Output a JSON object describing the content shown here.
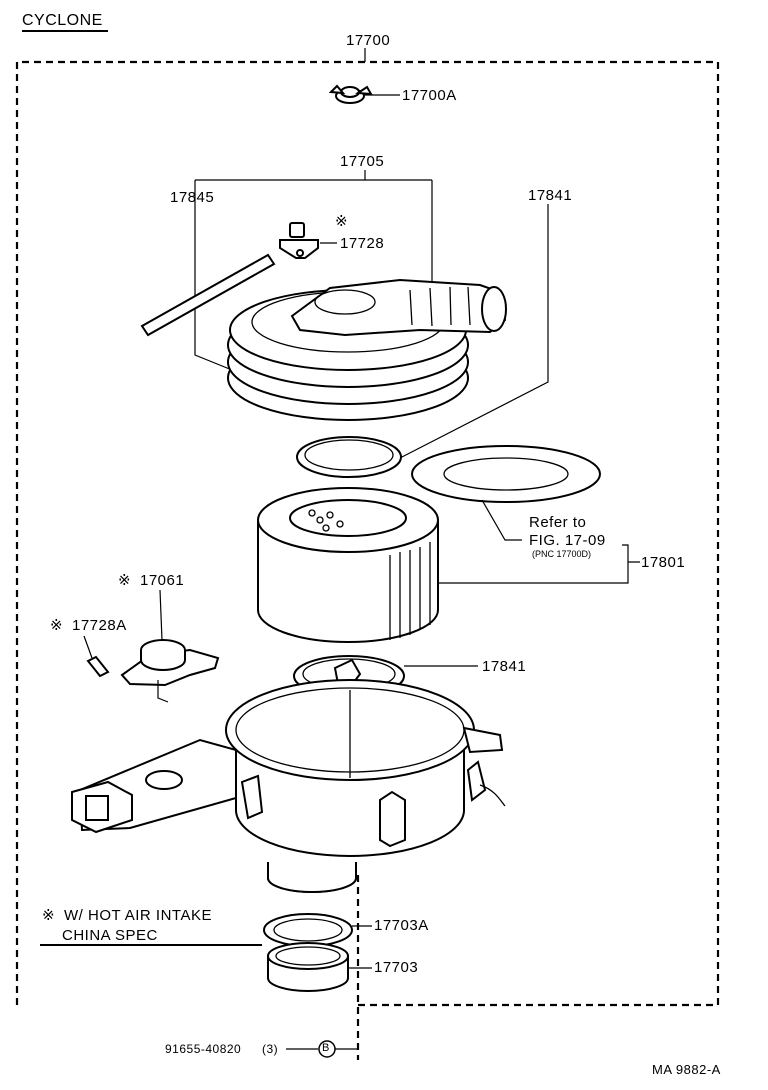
{
  "title": "CYCLONE",
  "assembly_number": "17700",
  "parts": {
    "cap_bolt": "17700A",
    "cover_assy": "17705",
    "hose": "17845",
    "gasket_top": "17841",
    "valve": "17728",
    "filter": "17801",
    "gasket_bottom": "17841",
    "sensor": "17061",
    "screw": "17728A",
    "seal": "17703A",
    "hose_lower": "17703"
  },
  "markers": {
    "note_symbol": "※"
  },
  "refer": {
    "line1": "Refer to",
    "line2": "FIG. 17-09",
    "line3": "(PNC 17700D)"
  },
  "notes": {
    "line1": "W/ HOT AIR INTAKE",
    "line2": "CHINA SPEC"
  },
  "bolt": {
    "number": "91655-40820",
    "qty": "(3)",
    "circle_label": "B"
  },
  "footer": "MA  9882-A"
}
